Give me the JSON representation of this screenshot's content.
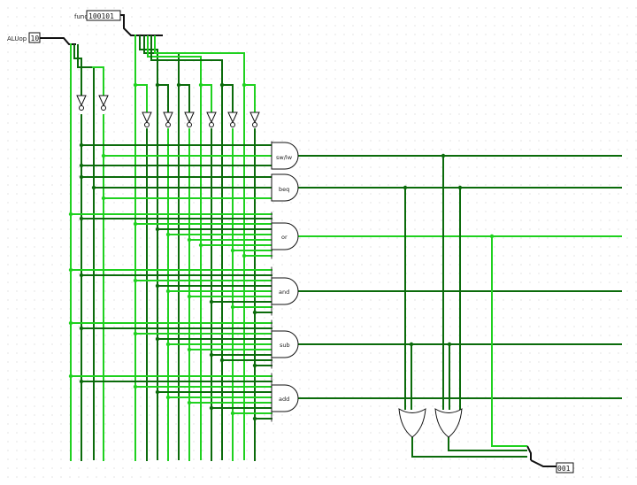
{
  "inputs": {
    "aluop": {
      "label": "ALUop",
      "value": "10"
    },
    "func": {
      "label": "func",
      "value": "100101"
    }
  },
  "output": {
    "value": "001"
  },
  "gates": {
    "swlw": "sw/lw",
    "beq": "beq",
    "or": "or",
    "and": "and",
    "sub": "sub",
    "add": "add"
  },
  "colors": {
    "wire_high": "#1fd11f",
    "wire_low": "#0b6b0b",
    "gate_stroke": "#111111",
    "bus": "#111111"
  }
}
